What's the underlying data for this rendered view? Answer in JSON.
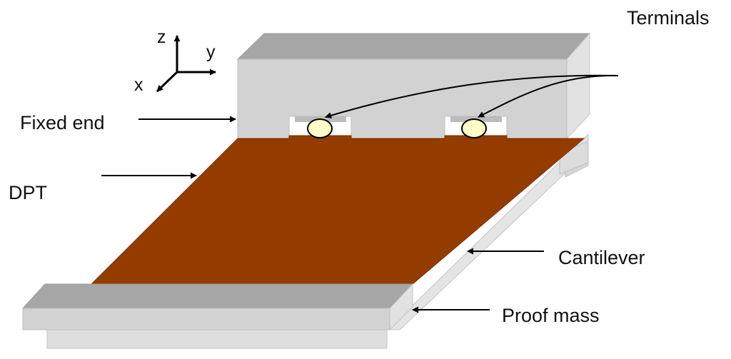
{
  "labels": {
    "terminals": "Terminals",
    "fixed_end": "Fixed end",
    "dpt": "DPT",
    "cantilever": "Cantilever",
    "proof_mass": "Proof mass"
  },
  "axes": {
    "z": "z",
    "y": "y",
    "x": "x"
  },
  "colors": {
    "dpt_layer": "#943c00",
    "terminal_fill": "#ffffc8",
    "block_front": "#d2d2d2",
    "block_top": "#a6a6a6",
    "block_side": "#e2e2e2",
    "arrow": "#000000"
  }
}
